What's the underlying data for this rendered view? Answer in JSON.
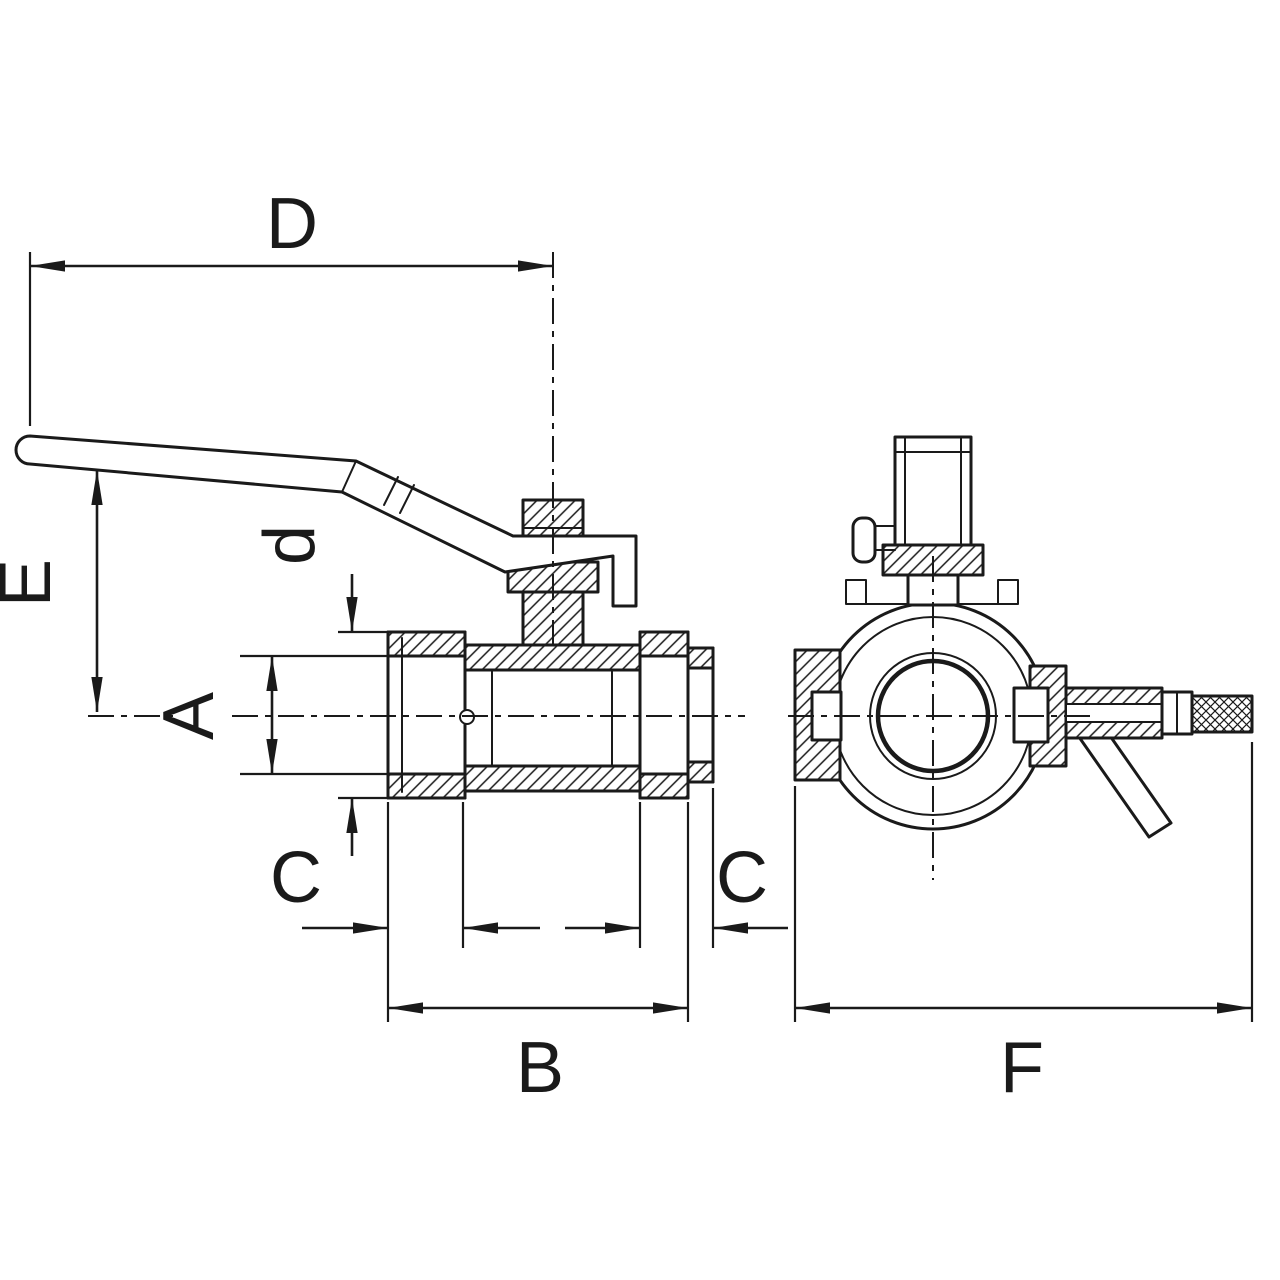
{
  "dims": {
    "D": "D",
    "E": "E",
    "A": "A",
    "d": "d",
    "C_left": "C",
    "C_right": "C",
    "B": "B",
    "F": "F"
  },
  "colors": {
    "ink": "#1a1a1a",
    "paper": "#ffffff"
  }
}
